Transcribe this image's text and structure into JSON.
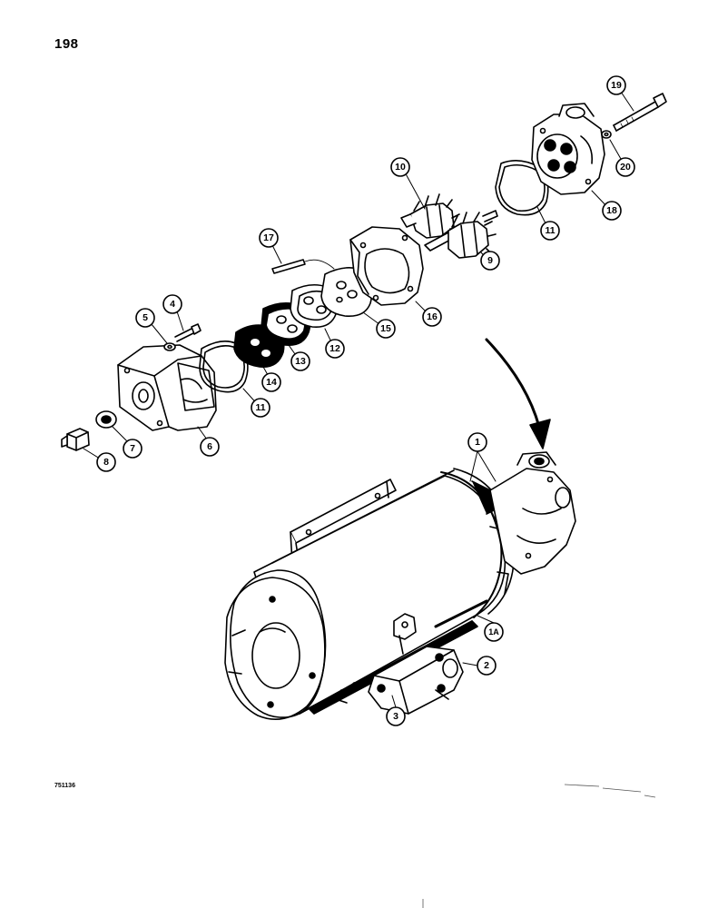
{
  "page": {
    "number": "198",
    "figure_code": "751136"
  },
  "callouts": [
    {
      "id": "c1",
      "label": "1"
    },
    {
      "id": "c1a",
      "label": "1A"
    },
    {
      "id": "c2",
      "label": "2"
    },
    {
      "id": "c3",
      "label": "3"
    },
    {
      "id": "c4",
      "label": "4"
    },
    {
      "id": "c5",
      "label": "5"
    },
    {
      "id": "c6",
      "label": "6"
    },
    {
      "id": "c7",
      "label": "7"
    },
    {
      "id": "c8",
      "label": "8"
    },
    {
      "id": "c9",
      "label": "9"
    },
    {
      "id": "c10",
      "label": "10"
    },
    {
      "id": "c11a",
      "label": "11"
    },
    {
      "id": "c11b",
      "label": "11"
    },
    {
      "id": "c12",
      "label": "12"
    },
    {
      "id": "c13",
      "label": "13"
    },
    {
      "id": "c14",
      "label": "14"
    },
    {
      "id": "c15",
      "label": "15"
    },
    {
      "id": "c16",
      "label": "16"
    },
    {
      "id": "c17",
      "label": "17"
    },
    {
      "id": "c18",
      "label": "18"
    },
    {
      "id": "c19",
      "label": "19"
    },
    {
      "id": "c20",
      "label": "20"
    }
  ]
}
